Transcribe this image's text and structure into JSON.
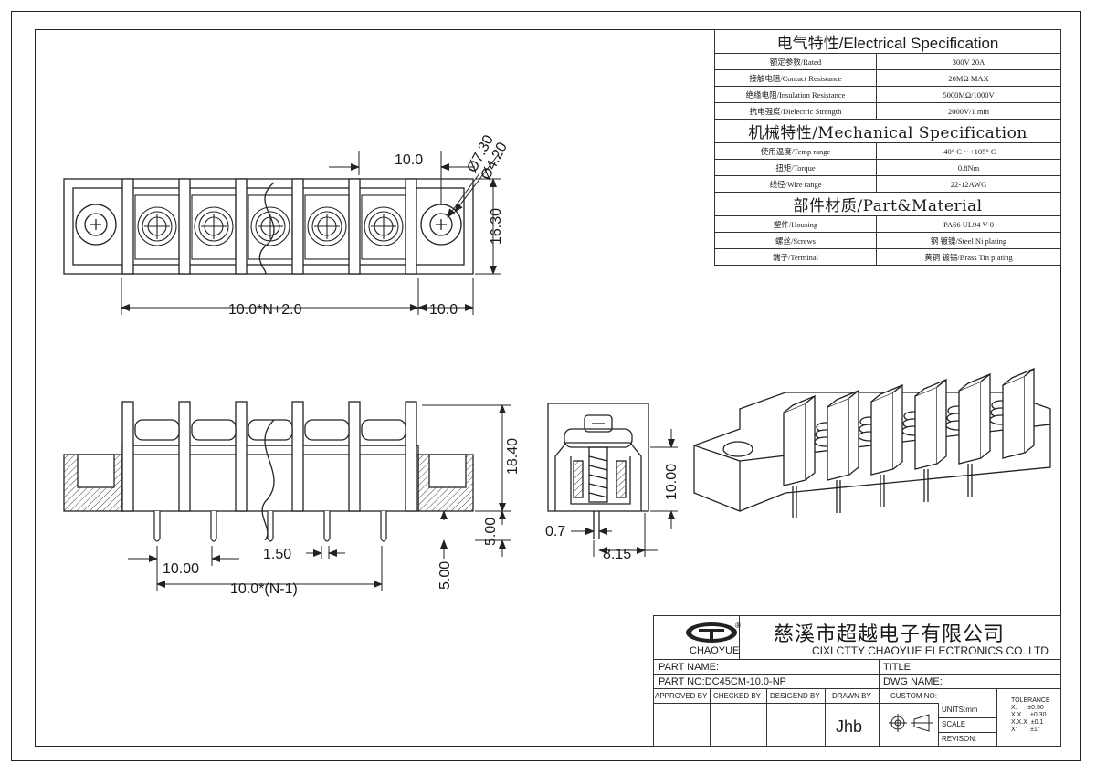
{
  "spec": {
    "electrical_header": "电气特性/Electrical Specification",
    "electrical": [
      {
        "label": "额定参数/Rated",
        "value": "300V  20A"
      },
      {
        "label": "接触电阻/Contact Resistance",
        "value": "20MΩ MAX"
      },
      {
        "label": "绝缘电阻/Insulation Resistance",
        "value": "5000MΩ/1000V"
      },
      {
        "label": "抗电强度/Dielectric Strength",
        "value": "2000V/1 min"
      }
    ],
    "mechanical_header": "机械特性/Mechanical Specification",
    "mechanical": [
      {
        "label": "使用温度/Temp range",
        "value": "-40° C ~ +105° C"
      },
      {
        "label": "扭矩/Torque",
        "value": "0.8Nm"
      },
      {
        "label": "线径/Wire range",
        "value": "22-12AWG"
      }
    ],
    "material_header": "部件材质/Part&Material",
    "material": [
      {
        "label": "塑件/Housing",
        "value": "PA66 UL94 V-0"
      },
      {
        "label": "螺丝/Screws",
        "value": "钢 镀镍/Steel Ni plating"
      },
      {
        "label": "端子/Terminal",
        "value": "黄铜 镀锡/Brass Tin  plating"
      }
    ]
  },
  "dims": {
    "top_pitch": "10.0",
    "dia_outer": "Ø7.30",
    "dia_inner": "Ø4.20",
    "height_top": "16.30",
    "length_total": "10.0*N+2.0",
    "end_width": "10.0",
    "height_front": "18.40",
    "pin_length": "5.00",
    "pin_pitch": "10.00",
    "pin_width": "1.50",
    "pin_span": "10.0*(N-1)",
    "pin_length_2": "5.00",
    "side_height": "10.00",
    "side_thickness": "0.7",
    "side_depth": "8.15"
  },
  "title_block": {
    "logo_text": "CHAOYUE",
    "company_cn": "慈溪市超越电子有限公司",
    "company_en": "CIXI CTTY CHAOYUE ELECTRONICS CO.,LTD",
    "part_name_label": "PART NAME:",
    "title_label": "TITLE:",
    "part_no": "PART NO:DC45CM-10.0-NP",
    "dwg_name_label": "DWG NAME:",
    "approved_by": "APPROVED BY",
    "checked_by": "CHECKED BY",
    "designed_by": "DESIGEND BY",
    "drawn_by": "DRAWN BY",
    "drawn_by_value": "Jhb",
    "custom_no": "CUSTOM NO:",
    "units": "UNITS:mm",
    "scale": "SCALE",
    "revision": "REVISON:",
    "tolerance_title": "TOLERANCE",
    "tolerances": [
      "X.      ±0.50",
      "X.X     ±0.30",
      "X.X.X  ±0.1",
      "X°       ±1°"
    ]
  }
}
